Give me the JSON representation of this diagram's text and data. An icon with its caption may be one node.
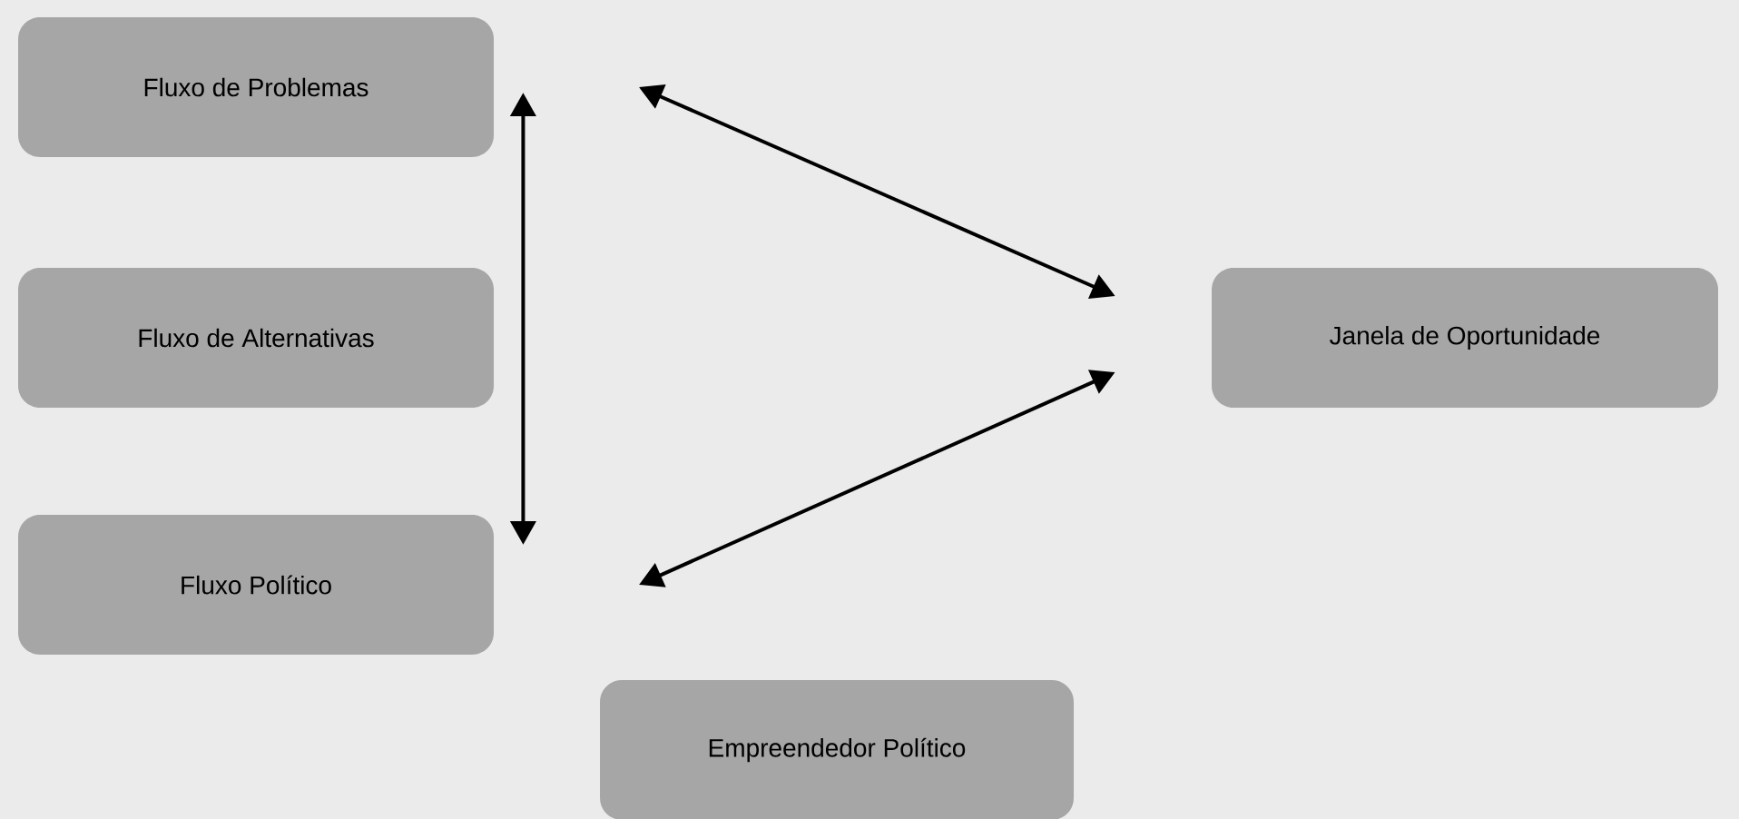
{
  "diagram": {
    "nodes": [
      {
        "text": [
          "Fluxo de Problemas"
        ]
      },
      {
        "text": [
          "Fluxo de Alternativas"
        ]
      },
      {
        "text": [
          "Fluxo Político"
        ]
      },
      {
        "text": [
          "Janela de Oportunidade"
        ]
      },
      {
        "text": [
          "Empreendedor Político"
        ]
      }
    ],
    "edges": [
      {
        "from": 0,
        "to": 2,
        "arrow": "both"
      },
      {
        "from": null,
        "to": 3,
        "arrow": "both"
      },
      {
        "from": null,
        "to": 3,
        "arrow": "both"
      }
    ]
  }
}
